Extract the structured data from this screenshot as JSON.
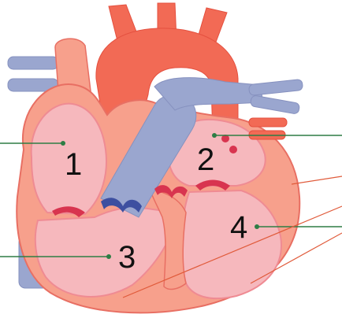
{
  "labels": [
    {
      "id": "1",
      "text": "1"
    },
    {
      "id": "2",
      "text": "2"
    },
    {
      "id": "3",
      "text": "3"
    },
    {
      "id": "4",
      "text": "4"
    }
  ],
  "colors": {
    "artery_red": "#f26a55",
    "artery_red_dark": "#e4503f",
    "heart_outer": "#f7a08c",
    "heart_outline": "#e86f63",
    "chamber_pink": "#f6b8bd",
    "chamber_edge": "#ef8b93",
    "vein_blue": "#9aa6cf",
    "vein_blue_light": "#b3bde0",
    "valve": "#d8344f",
    "leader_green": "#2e7d45",
    "leader_red": "#e05a3a",
    "background": "#ffffff"
  }
}
